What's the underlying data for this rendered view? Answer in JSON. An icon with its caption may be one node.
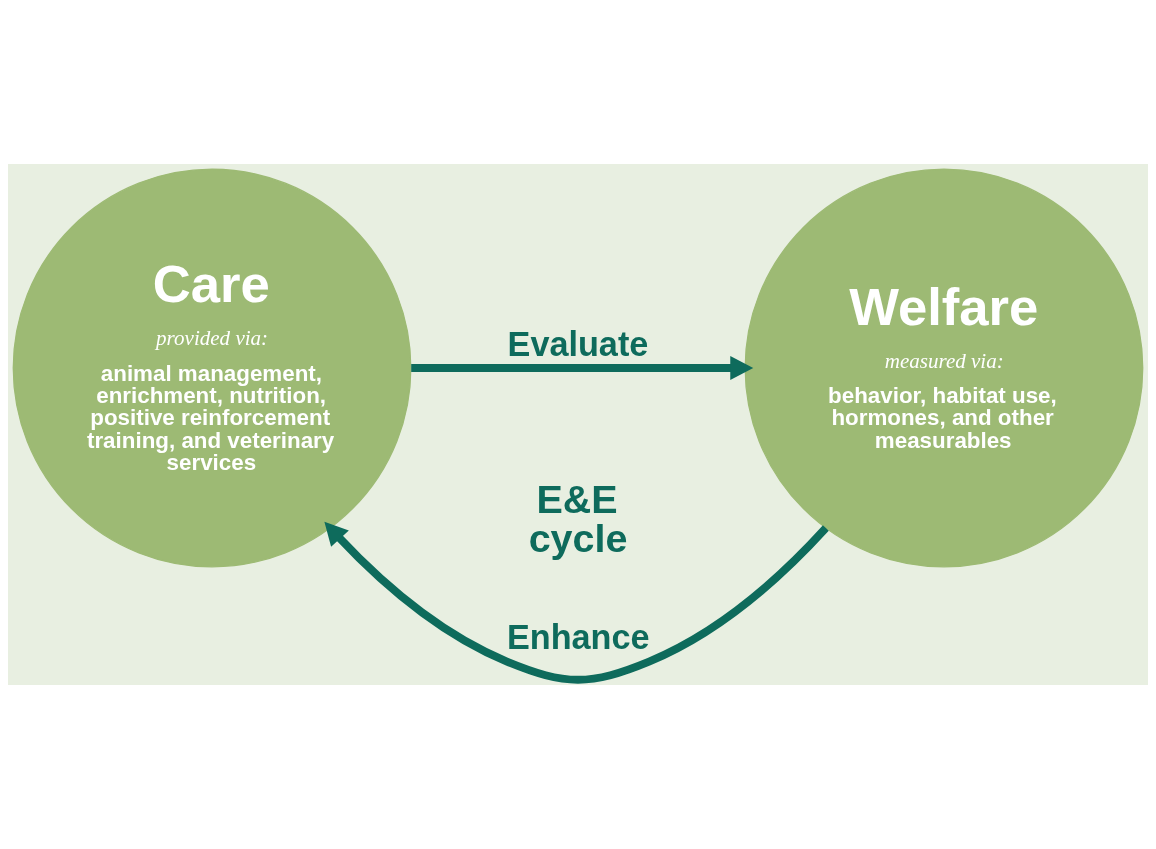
{
  "diagram": {
    "nodes": [
      {
        "text": [
          "Care",
          "provided via:",
          "animal management, enrichment, nutrition, positive reinforcement training, and veterinary services"
        ]
      },
      {
        "text": [
          "Welfare",
          "measured via:",
          "behavior, habitat use, hormones, and other measurables"
        ]
      }
    ],
    "edges": [
      {
        "from": 0,
        "to": 1,
        "arrow": "to",
        "label": "Evaluate"
      },
      {
        "from": 1,
        "to": 0,
        "arrow": "to",
        "label": "Enhance"
      }
    ],
    "labels": [
      "E&E cycle"
    ]
  }
}
